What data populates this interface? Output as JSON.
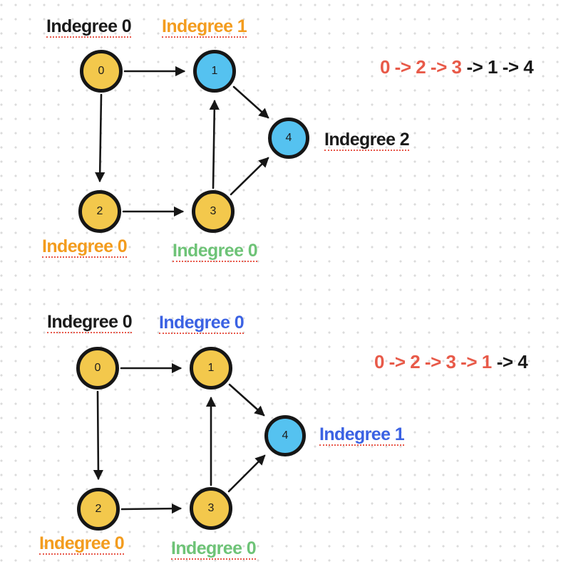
{
  "colors": {
    "node-yellow": "#F3C84C",
    "node-blue": "#55C2F0",
    "node-border": "#161616",
    "arrow": "#161616",
    "label-black": "#1A1A1A",
    "label-orange": "#F39C1E",
    "label-green": "#6EC377",
    "label-blue": "#3B62E3",
    "path-red": "#E85A49",
    "underline-red": "#E8584A",
    "grid-dot": "#DBDBDB",
    "background": "#FFFFFF"
  },
  "top_diagram": {
    "nodes": [
      {
        "id": "0",
        "fill": "yellow",
        "indegree": "Indegree 0",
        "indegree_color": "black"
      },
      {
        "id": "1",
        "fill": "blue",
        "indegree": "Indegree 1",
        "indegree_color": "orange"
      },
      {
        "id": "2",
        "fill": "yellow",
        "indegree": "Indegree 0",
        "indegree_color": "orange"
      },
      {
        "id": "3",
        "fill": "yellow",
        "indegree": "Indegree 0",
        "indegree_color": "green"
      },
      {
        "id": "4",
        "fill": "blue",
        "indegree": "Indegree 2",
        "indegree_color": "black"
      }
    ],
    "edges": [
      "0->1",
      "0->2",
      "2->3",
      "3->1",
      "1->4",
      "3->4"
    ],
    "order_path": {
      "red": "0 -> 2 -> 3",
      "black": "-> 1 -> 4"
    }
  },
  "bottom_diagram": {
    "nodes": [
      {
        "id": "0",
        "fill": "yellow",
        "indegree": "Indegree 0",
        "indegree_color": "black"
      },
      {
        "id": "1",
        "fill": "yellow",
        "indegree": "Indegree 0",
        "indegree_color": "blue"
      },
      {
        "id": "2",
        "fill": "yellow",
        "indegree": "Indegree 0",
        "indegree_color": "orange"
      },
      {
        "id": "3",
        "fill": "yellow",
        "indegree": "Indegree 0",
        "indegree_color": "green"
      },
      {
        "id": "4",
        "fill": "blue",
        "indegree": "Indegree 1",
        "indegree_color": "blue"
      }
    ],
    "edges": [
      "0->1",
      "0->2",
      "2->3",
      "3->1",
      "1->4",
      "3->4"
    ],
    "order_path": {
      "red": "0 -> 2 -> 3 -> 1",
      "black": "-> 4"
    }
  }
}
